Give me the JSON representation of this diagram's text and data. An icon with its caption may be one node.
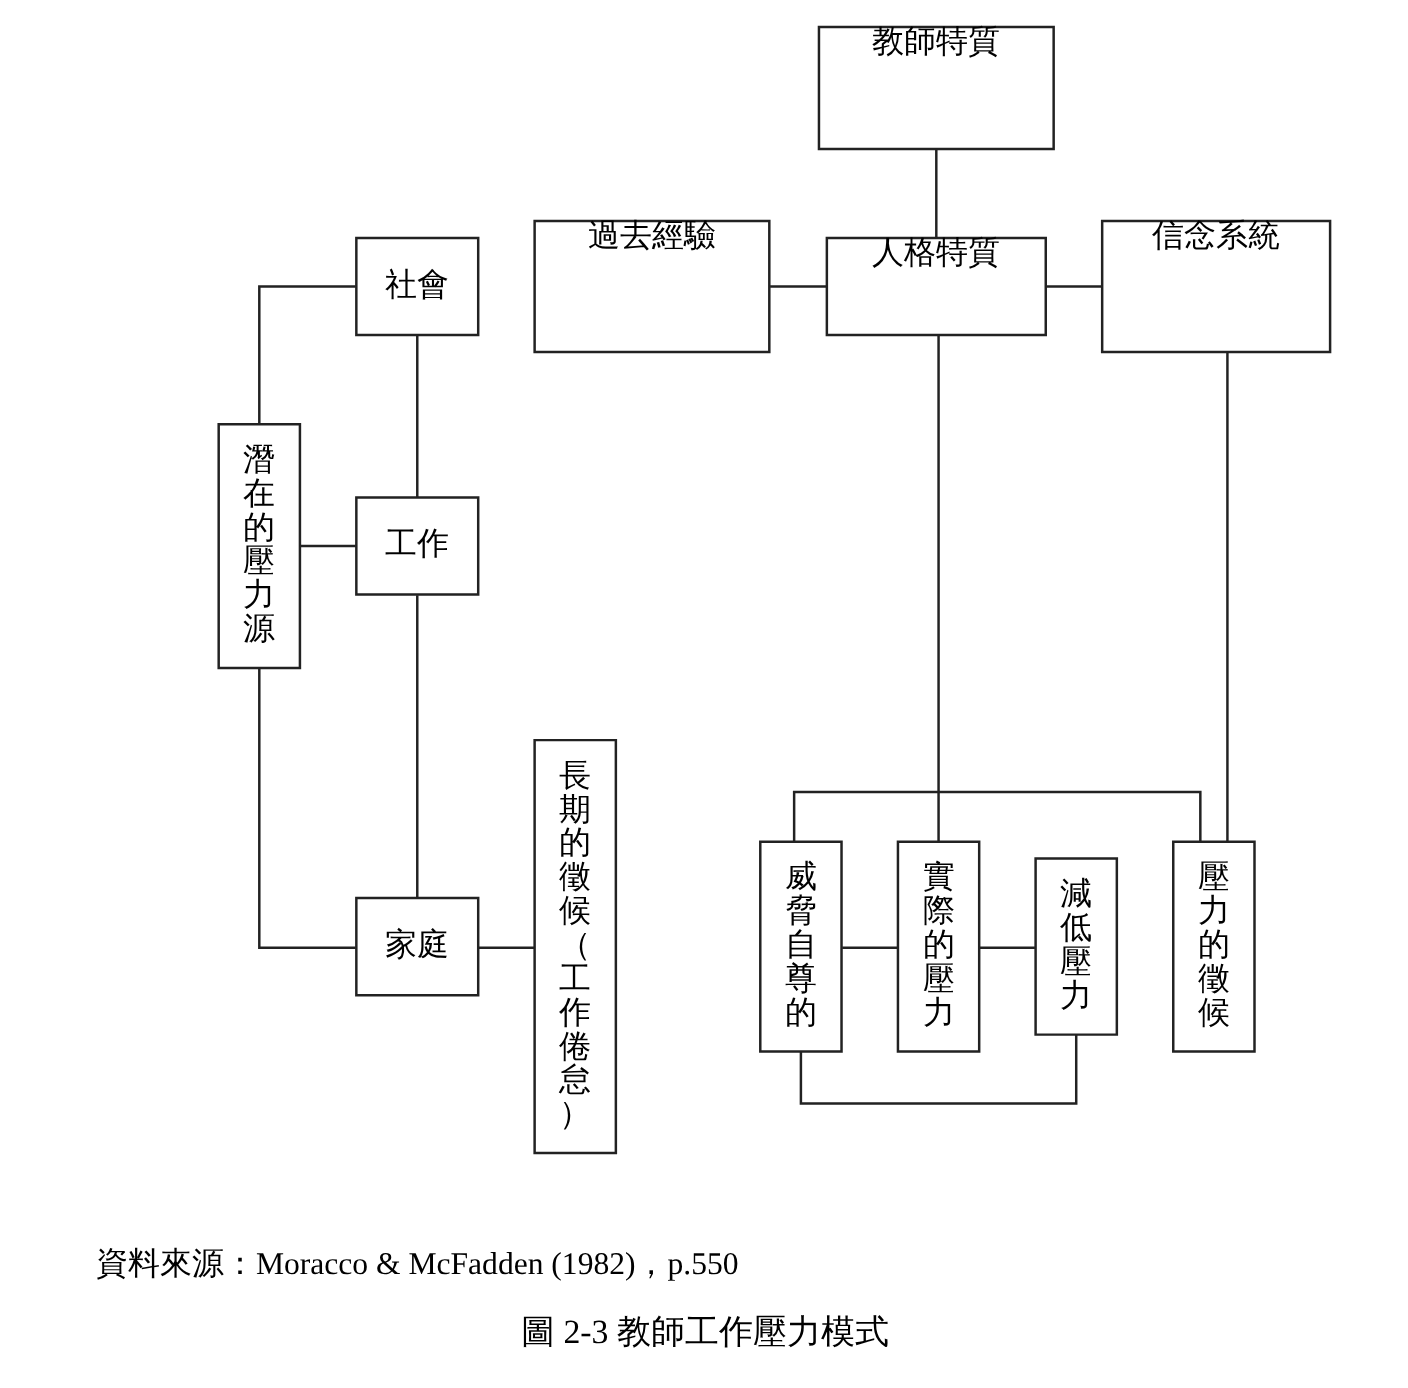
{
  "diagram": {
    "caption": "圖 2-3 教師工作壓力模式",
    "nodes": [
      {
        "text": [
          "教師特質"
        ]
      },
      {
        "text": [
          "過去經驗"
        ]
      },
      {
        "text": [
          "人格特質"
        ]
      },
      {
        "text": [
          "信念系統"
        ]
      },
      {
        "text": [
          "潛在的壓力源"
        ]
      },
      {
        "text": [
          "社會"
        ]
      },
      {
        "text": [
          "工作"
        ]
      },
      {
        "text": [
          "家庭"
        ]
      },
      {
        "text": [
          "威脅自尊的"
        ]
      },
      {
        "text": [
          "實際的壓力"
        ]
      },
      {
        "text": [
          "減低壓力"
        ]
      },
      {
        "text": [
          "壓力的徵候"
        ]
      },
      {
        "text": [
          "長期的徵候（工作倦怠）"
        ]
      }
    ],
    "edges": [
      {
        "from": 0,
        "to": 2,
        "arrow": "none"
      },
      {
        "from": 1,
        "to": 2,
        "arrow": "none"
      },
      {
        "from": 2,
        "to": 3,
        "arrow": "none"
      },
      {
        "from": 4,
        "to": 5,
        "arrow": "none"
      },
      {
        "from": 4,
        "to": 6,
        "arrow": "none"
      },
      {
        "from": 4,
        "to": 7,
        "arrow": "none"
      },
      {
        "from": 5,
        "to": 6,
        "arrow": "none"
      },
      {
        "from": 6,
        "to": 7,
        "arrow": "none"
      },
      {
        "from": 2,
        "to": 9,
        "arrow": "none"
      },
      {
        "from": 8,
        "to": 10,
        "arrow": "none"
      },
      {
        "from": 8,
        "to": 9,
        "arrow": "none"
      },
      {
        "from": 9,
        "to": 10,
        "arrow": "none"
      },
      {
        "from": 3,
        "to": 11,
        "arrow": "none"
      },
      {
        "from": 8,
        "to": 11,
        "arrow": "none"
      },
      {
        "from": 7,
        "to": 12,
        "arrow": "none"
      }
    ],
    "labels": [
      "資料來源：Moracco & McFadden (1982)，p.550"
    ]
  }
}
